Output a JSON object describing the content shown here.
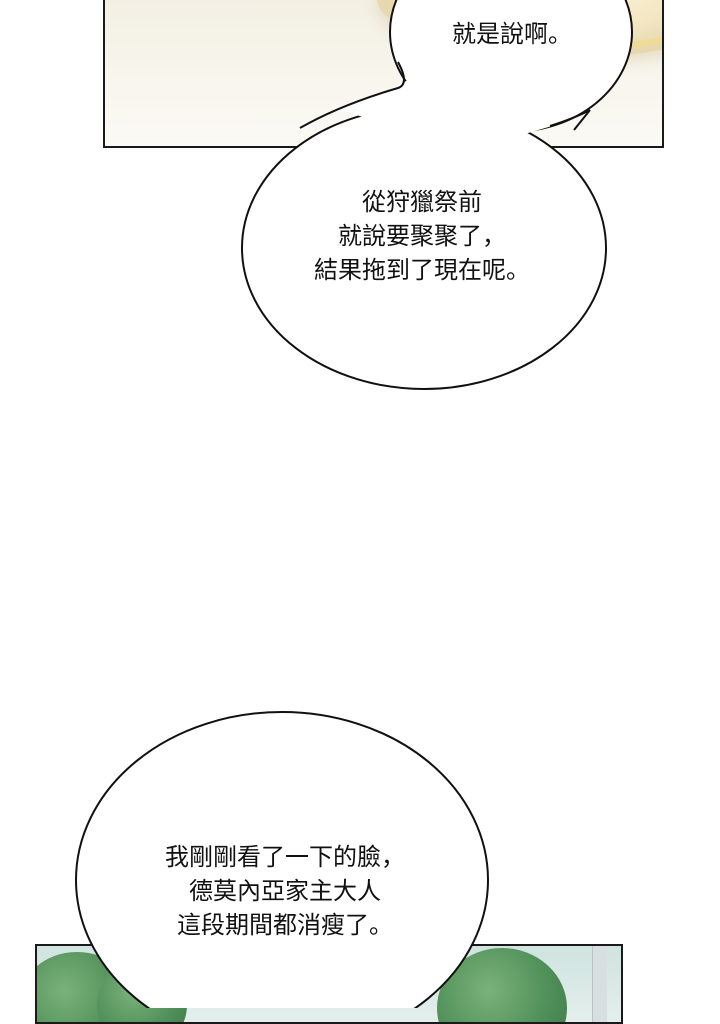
{
  "bubbles": {
    "b1": {
      "lines": [
        "就是說啊。"
      ]
    },
    "b2": {
      "lines": [
        "從狩獵祭前",
        "就說要聚聚了，",
        "結果拖到了現在呢。"
      ]
    },
    "b3": {
      "lines": [
        "我剛剛看了一下的臉，",
        "德莫內亞家主大人",
        "這段期間都消瘦了。"
      ]
    }
  }
}
